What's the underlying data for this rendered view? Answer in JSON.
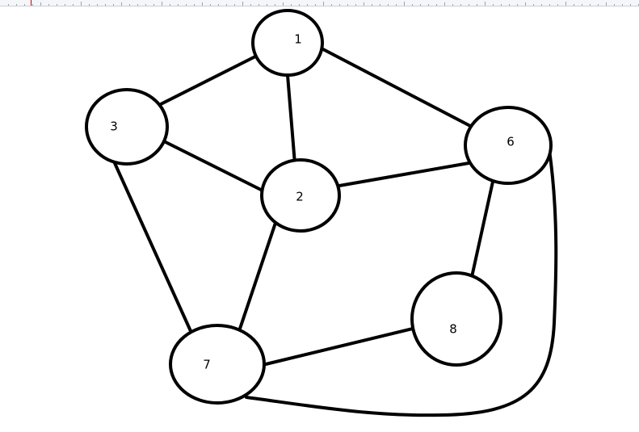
{
  "graph": {
    "nodes": [
      {
        "id": "1",
        "label": "1"
      },
      {
        "id": "3",
        "label": "3"
      },
      {
        "id": "2",
        "label": "2"
      },
      {
        "id": "6",
        "label": "6"
      },
      {
        "id": "8",
        "label": "8"
      },
      {
        "id": "7",
        "label": "7"
      }
    ],
    "edges": [
      {
        "from": "1",
        "to": "3"
      },
      {
        "from": "1",
        "to": "2"
      },
      {
        "from": "1",
        "to": "6"
      },
      {
        "from": "3",
        "to": "2"
      },
      {
        "from": "3",
        "to": "7"
      },
      {
        "from": "2",
        "to": "6"
      },
      {
        "from": "2",
        "to": "7"
      },
      {
        "from": "6",
        "to": "8"
      },
      {
        "from": "6",
        "to": "7"
      },
      {
        "from": "8",
        "to": "7"
      }
    ]
  },
  "colors": {
    "stroke": "#000000",
    "background": "#ffffff"
  }
}
